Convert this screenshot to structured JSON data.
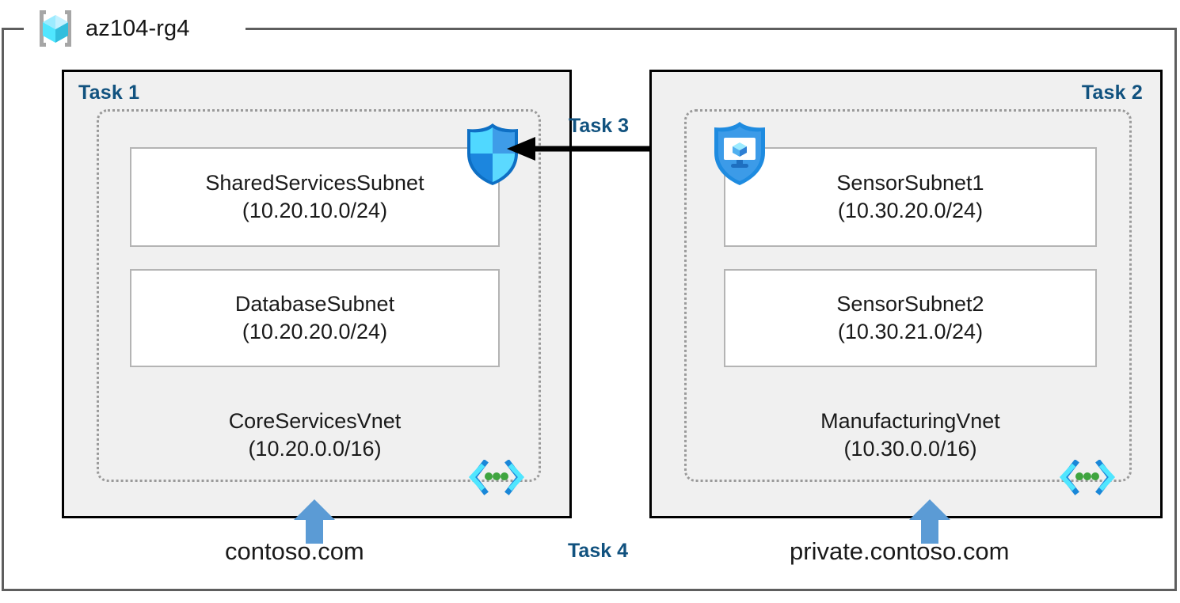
{
  "resource_group": {
    "name": "az104-rg4",
    "icon": "azure-resource-group-cube-icon"
  },
  "panels": [
    {
      "task_label": "Task 1",
      "vnet": {
        "name": "CoreServicesVnet",
        "cidr": "(10.20.0.0/16)",
        "icon": "azure-virtual-network-icon"
      },
      "subnets": [
        {
          "name": "SharedServicesSubnet",
          "cidr": "(10.20.10.0/24)"
        },
        {
          "name": "DatabaseSubnet",
          "cidr": "(10.20.20.0/24)"
        }
      ],
      "dns_zone": "contoso.com",
      "dns_arrow": "blue-up-arrow-icon"
    },
    {
      "task_label": "Task 2",
      "vnet": {
        "name": "ManufacturingVnet",
        "cidr": "(10.30.0.0/16)",
        "icon": "azure-virtual-network-icon"
      },
      "subnets": [
        {
          "name": "SensorSubnet1",
          "cidr": "(10.30.20.0/24)"
        },
        {
          "name": "SensorSubnet2",
          "cidr": "(10.30.21.0/24)"
        }
      ],
      "dns_zone": "private.contoso.com",
      "dns_arrow": "blue-up-arrow-icon"
    }
  ],
  "icons": {
    "shield_left": "azure-firewall-shield-icon",
    "vm_shield_right": "azure-vm-shield-icon"
  },
  "connections": {
    "peering": {
      "task_label": "Task 3",
      "direction": "right-to-left",
      "arrow": "black-left-arrow-icon"
    },
    "dns": {
      "task_label": "Task 4"
    }
  },
  "colors": {
    "task_label": "#11527F",
    "panel_background": "#F0F0F0",
    "panel_border": "#000000",
    "vnet_border": "#9A9A9A",
    "subnet_border": "#B4B4B4",
    "rg_border": "#5E5E5E",
    "dns_arrow": "#5B9BD5",
    "azure_cube_cyan": "#50E6FF",
    "shield_blue": "#0078D4",
    "vnet_icon_green": "#3FA43F"
  }
}
